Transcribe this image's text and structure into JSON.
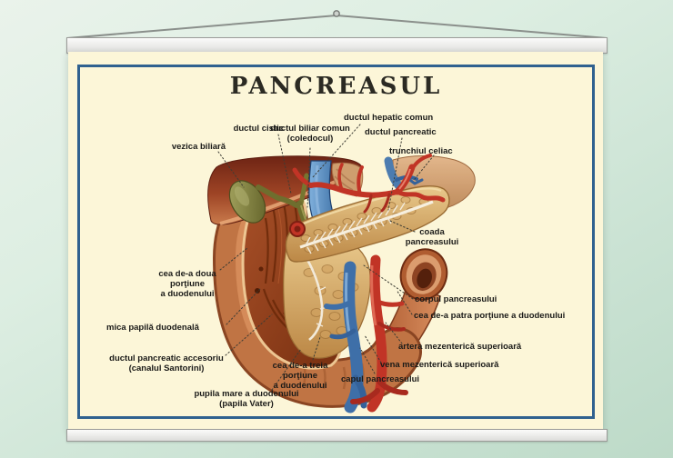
{
  "poster": {
    "title": "PANCREASUL",
    "labels": [
      {
        "id": "ductul-cistic",
        "text": "ductul cistic"
      },
      {
        "id": "ductul-biliar-comun",
        "text": "ductul biliar comun\n(coledocul)"
      },
      {
        "id": "ductul-hepatic-comun",
        "text": "ductul hepatic comun"
      },
      {
        "id": "ductul-pancreatic",
        "text": "ductul pancreatic"
      },
      {
        "id": "vezica-biliara",
        "text": "vezica biliară"
      },
      {
        "id": "trunchiul-celiac",
        "text": "trunchiul celiac"
      },
      {
        "id": "coada-pancreasului",
        "text": "coada\npancreasului"
      },
      {
        "id": "cea-de-a-doua-portiune",
        "text": "cea de-a doua\nporţiune\na duodenului"
      },
      {
        "id": "corpul-pancreasului",
        "text": "corpul pancreasului"
      },
      {
        "id": "cea-de-a-patra-portiune",
        "text": "cea de-a patra porţiune a duodenului"
      },
      {
        "id": "mica-papila-duodenala",
        "text": "mica papilă duodenală"
      },
      {
        "id": "artera-mezenterica",
        "text": "artera mezenterică superioară"
      },
      {
        "id": "ductul-pancreatic-accesoriu",
        "text": "ductul pancreatic accesoriu\n(canalul Santorini)"
      },
      {
        "id": "vena-mezenterica",
        "text": "vena mezenterică superioară"
      },
      {
        "id": "cea-de-a-treia-portiune",
        "text": "cea de-a treia\nporţiune\na duodenului"
      },
      {
        "id": "capul-pancreasului",
        "text": "capul pancreasului"
      },
      {
        "id": "pupila-mare",
        "text": "pupila mare a duodenului\n(papila Vater)"
      }
    ],
    "colors": {
      "paper": "#fcf6d8",
      "frame": "#30618f",
      "label_text": "#1a1a18",
      "liver": "#9e4425",
      "gallbladder": "#8a8a44",
      "bile_duct": "#6e6e2e",
      "vein": "#3e6fa8",
      "artery": "#c13426",
      "pancreas": "#d9a868",
      "pancreatic_duct": "#f2eada",
      "duodenum": "#c07444",
      "duodenum_interior": "#8e3b1c"
    }
  },
  "environment": {
    "wall_color": "#d7eadc",
    "rail_color": "#efefed"
  }
}
